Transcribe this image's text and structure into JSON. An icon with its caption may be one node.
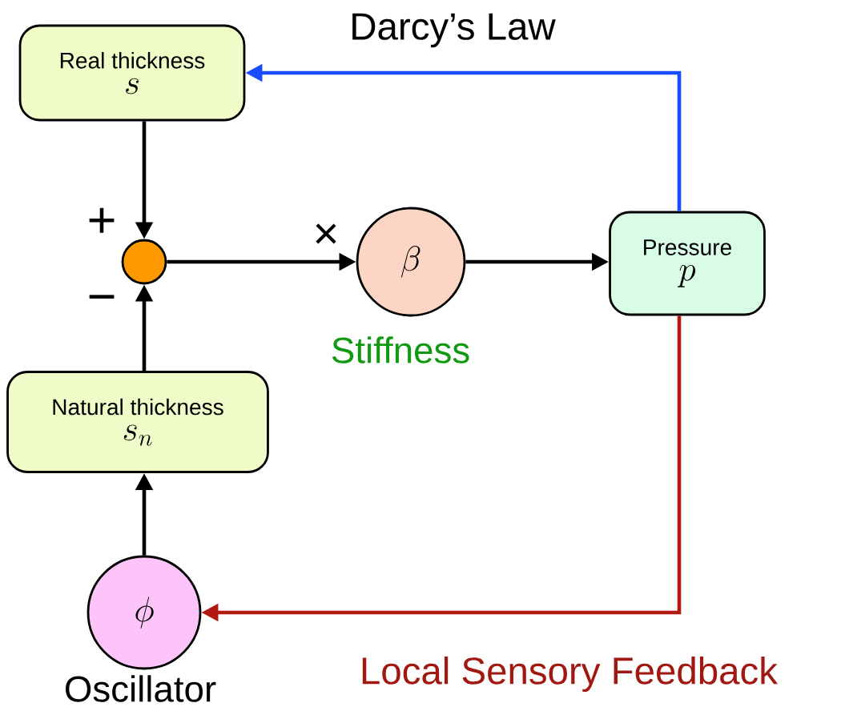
{
  "diagram": {
    "nodes": [
      {
        "text": [
          "Real thickness",
          "s"
        ]
      },
      {
        "text": [],
        "shape": "circle"
      },
      {
        "text": [
          "\\beta"
        ],
        "beside": [
          "Stiffness"
        ]
      },
      {
        "text": [
          "Pressure",
          "p"
        ]
      },
      {
        "text": [
          "Natural thickness",
          "s_n"
        ]
      },
      {
        "text": [
          "\\phi"
        ],
        "beside": [
          "Oscillator"
        ]
      }
    ],
    "edges": [
      {
        "from": 0,
        "to": 1,
        "arrow": "to",
        "label": "+"
      },
      {
        "from": 1,
        "to": 2,
        "arrow": "to",
        "label": "×"
      },
      {
        "from": 2,
        "to": 3,
        "arrow": "to"
      },
      {
        "from": 3,
        "to": 0,
        "arrow": "to",
        "color": "#1a4cff",
        "label": "Darcy’s Law"
      },
      {
        "from": 3,
        "to": 5,
        "arrow": "to",
        "color": "#b01a10",
        "label": "Local Sensory Feedback"
      },
      {
        "from": 4,
        "to": 1,
        "arrow": "to",
        "label": "−"
      },
      {
        "from": 5,
        "to": 4,
        "arrow": "to"
      }
    ]
  }
}
